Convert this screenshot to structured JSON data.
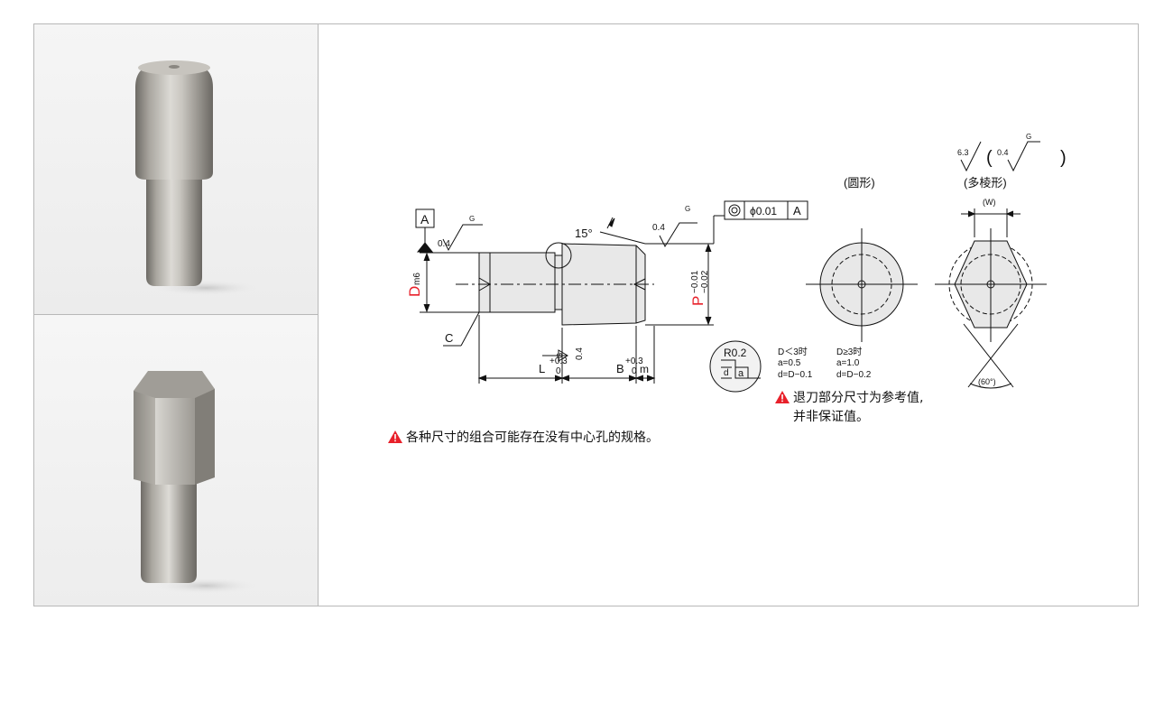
{
  "photos": {
    "round_pin": "round-pin-photo",
    "hex_pin": "hex-pin-photo"
  },
  "drawing": {
    "datum": "A",
    "roughness_fine": "0.4",
    "roughness_finish": "G",
    "angle": "15°",
    "concentricity_value": "ϕ0.01",
    "concentricity_datum": "A",
    "dim_d_letter": "D",
    "dim_d_sub": "m6",
    "dim_p_letter": "P",
    "p_tol_upper": "−0.01",
    "p_tol_lower": "−0.02",
    "chamfer": "C",
    "dim_l": "L",
    "dim_b": "B",
    "tol_plus": "+0.3",
    "tol_zero": "0",
    "dim_m": "m",
    "round_label": "(圆形)",
    "poly_label": "(多棱形)",
    "roughness_coarse": "6.3",
    "paren_open": "(",
    "paren_close": ")",
    "width_label": "(W)",
    "angle_60": "(60°)",
    "radius": "R0.2",
    "relief_d": "d",
    "relief_a": "a"
  },
  "relief_table": {
    "col1": [
      "D＜3时",
      "a=0.5",
      "d=D−0.1"
    ],
    "col2": [
      "D≥3时",
      "a=1.0",
      "d=D−0.2"
    ]
  },
  "notes": {
    "relief_line1": "退刀部分尺寸为参考值,",
    "relief_line2": "并非保证值。",
    "combination": "各种尺寸的组合可能存在没有中心孔的规格。"
  },
  "colors": {
    "red": "#e8202a",
    "line": "#111111",
    "fill": "#e8e8e8"
  }
}
